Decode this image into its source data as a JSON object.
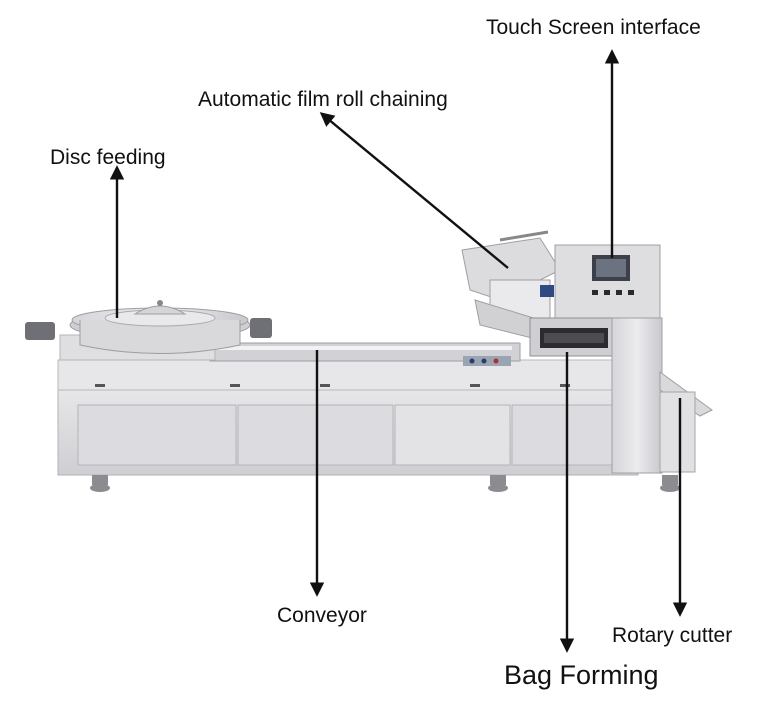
{
  "labels": {
    "touch_screen": "Touch Screen interface",
    "film_roll": "Automatic film roll chaining",
    "disc_feeding": "Disc feeding",
    "conveyor": "Conveyor",
    "rotary_cutter": "Rotary cutter",
    "bag_forming": "Bag Forming"
  },
  "colors": {
    "steel_light": "#e4e4e6",
    "steel_mid": "#cdcdd0",
    "steel_dark": "#a9a9ad",
    "arrow": "#111111"
  }
}
